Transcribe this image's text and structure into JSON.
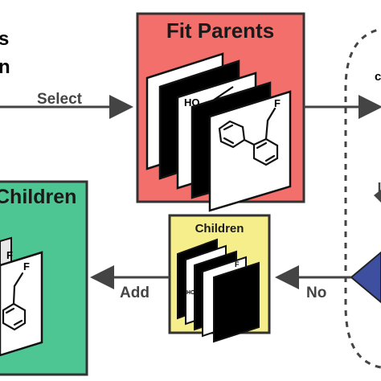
{
  "left_title": {
    "line1": "s",
    "line2": "n"
  },
  "labels": {
    "select": "Select",
    "add": "Add",
    "no": "No",
    "right_cut": "c"
  },
  "fit_parents": {
    "title": "Fit Parents",
    "molecule_text": {
      "ho": "HO",
      "f": "F"
    }
  },
  "children_small": {
    "title": "Children",
    "molecule_text": {
      "ho": "HO",
      "f": "F"
    }
  },
  "children_large": {
    "title": "Children",
    "molecule_text": {
      "f1": "F",
      "f2": "F"
    }
  },
  "colors": {
    "fit_parents_fill": "#f26f6c",
    "children_small_fill": "#f6ee8a",
    "children_large_fill": "#4dc693",
    "decision_fill": "#3f4fa0",
    "arrow": "#444444",
    "border": "#333333"
  }
}
